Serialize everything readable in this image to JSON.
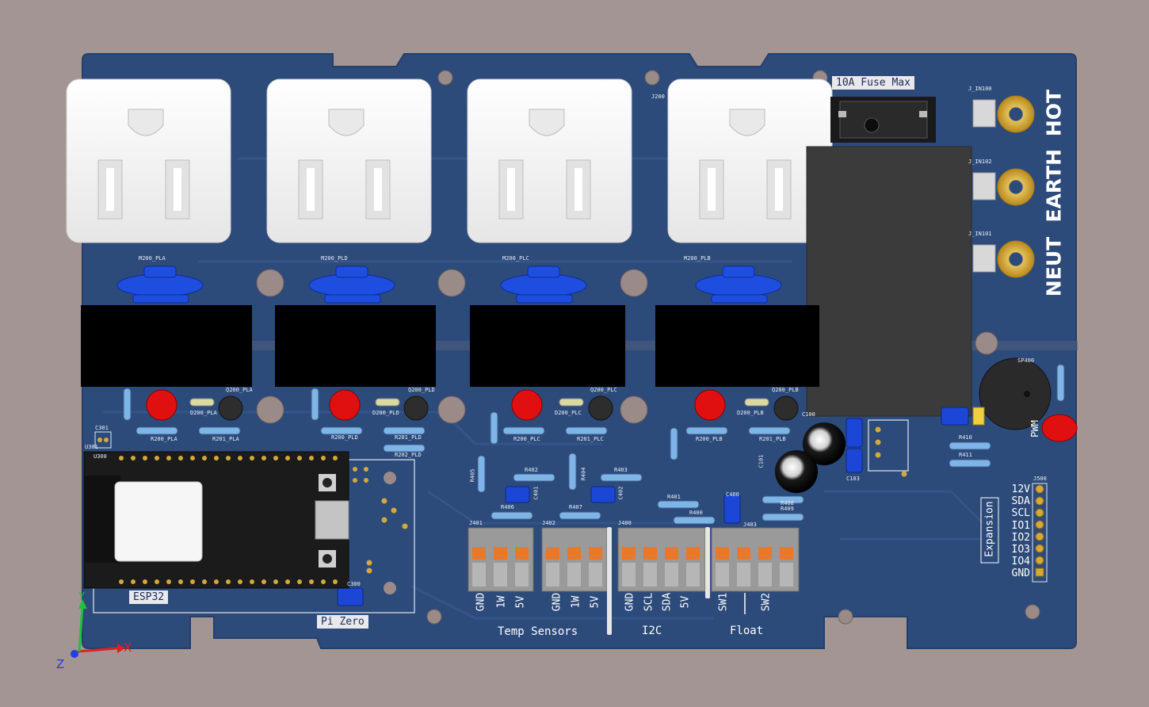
{
  "board": {
    "fuse_label": "10A Fuse Max",
    "mains_labels": [
      "HOT",
      "EARTH",
      "NEUT"
    ],
    "mains_refs": [
      "J_IN100",
      "J_IN102",
      "J_IN101"
    ],
    "mcu_label": "ESP32",
    "pi_label": "Pi Zero",
    "expansion_label": "Expansion",
    "expansion_pins": [
      "12V",
      "SDA",
      "SCL",
      "IO1",
      "IO2",
      "IO3",
      "IO4",
      "GND"
    ],
    "terminal_groups": [
      "Temp Sensors",
      "I2C",
      "Float"
    ],
    "j401_pins": [
      "GND",
      "1W",
      "5V"
    ],
    "j402_pins": [
      "GND",
      "1W",
      "5V"
    ],
    "j400_pins": [
      "GND",
      "SCL",
      "SDA",
      "5V"
    ],
    "j403_pins": [
      "SW1",
      "SW2"
    ],
    "pwm_label": "PWM"
  },
  "refs": {
    "m200": [
      "M200_PLA",
      "M200_PLD",
      "M200_PLC",
      "M200_PLB"
    ],
    "q200": [
      "Q200_PLA",
      "Q200_PLD",
      "Q200_PLC",
      "Q200_PLB"
    ],
    "d200": [
      "D200_PLA",
      "D200_PLD",
      "D200_PLC",
      "D200_PLB"
    ],
    "r200": [
      "R200_PLA",
      "R200_PLD",
      "R200_PLC",
      "R200_PLB"
    ],
    "r201": [
      "R201_PLA",
      "R201_PLD",
      "R201_PLC",
      "R201_PLB"
    ],
    "r202_pld": "R202_PLD",
    "c301": "C301",
    "u300": "U300",
    "u301": "U301",
    "c300": "C300",
    "j401": "J401",
    "j402": "J402",
    "j400": "J400",
    "j403": "J403",
    "r405": "R405",
    "r402": "R402",
    "r406": "R406",
    "r404": "R404",
    "r403": "R403",
    "r407": "R407",
    "c401": "C401",
    "c402": "C402",
    "r401": "R401",
    "r400": "R400",
    "c400": "C400",
    "r408": "R408",
    "r409": "R409",
    "c100": "C100",
    "c101": "C101",
    "c103": "C103",
    "sp400": "SP400",
    "r410": "R410",
    "r411": "R411",
    "j500": "J500",
    "j200": "J200"
  },
  "axes": {
    "x": "X",
    "y": "Y",
    "z": "Z"
  },
  "colors": {
    "background": "#a39593",
    "pcb": "#2c4a7a",
    "silkscreen": "#ffffff",
    "outlet": "#f4f4f4",
    "pad": "#d4a93a",
    "terminal": "#9a9a9a",
    "terminal_lever": "#e8782a",
    "led": "#e01010",
    "component_blue": "#1c47d6",
    "redaction": "#000000"
  }
}
